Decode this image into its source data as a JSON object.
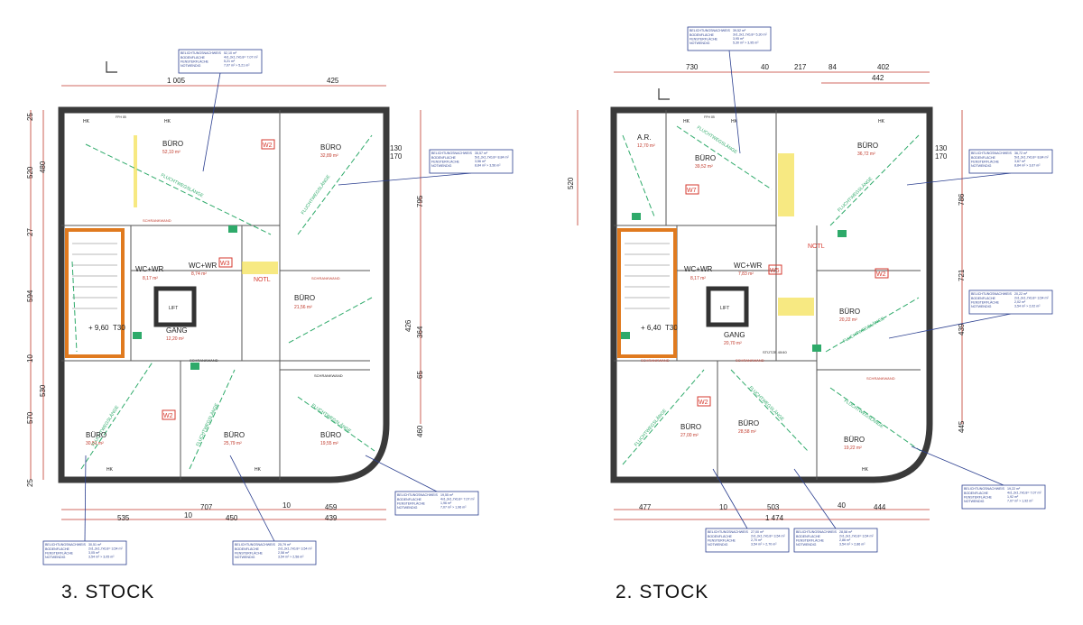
{
  "floors": [
    {
      "id": "stock3",
      "title": "3. STOCK",
      "rooms": [
        {
          "name": "BÜRO",
          "area": "52,10 m²"
        },
        {
          "name": "BÜRO",
          "area": "32,89 m²"
        },
        {
          "name": "WC+WR",
          "area": "8,17 m²"
        },
        {
          "name": "WC+WR",
          "area": "8,74 m²"
        },
        {
          "name": "LIFT",
          "area": ""
        },
        {
          "name": "GANG",
          "area": "12,20 m²"
        },
        {
          "name": "BÜRO",
          "area": "21,56 m²"
        },
        {
          "name": "BÜRO",
          "area": "30,51 m²"
        },
        {
          "name": "BÜRO",
          "area": "25,79 m²"
        },
        {
          "name": "BÜRO",
          "area": "19,55 m²"
        }
      ],
      "top_dims": [
        "1 005",
        "425"
      ],
      "bottom_dims": [
        "535",
        "10",
        "707",
        "450",
        "10",
        "459",
        "439"
      ],
      "left_dims": [
        "25",
        "480",
        "520",
        "27",
        "594",
        "10",
        "530",
        "570",
        "25"
      ],
      "right_dims": [
        "130",
        "170",
        "795",
        "426",
        "364",
        "65",
        "460"
      ],
      "labels": {
        "level": "+ 9,60",
        "t30": "T30",
        "notl": "NOTL",
        "w2": "W2",
        "w3": "W3",
        "schrankwand": "SCHRANKWAND",
        "hk": "HK",
        "fph": "FPH 85"
      }
    },
    {
      "id": "stock2",
      "title": "2. STOCK",
      "rooms": [
        {
          "name": "A.R.",
          "area": "12,70 m²"
        },
        {
          "name": "BÜRO",
          "area": "39,52 m²"
        },
        {
          "name": "BÜRO",
          "area": "36,72 m²"
        },
        {
          "name": "WC+WR",
          "area": "8,17 m²"
        },
        {
          "name": "WC+WR",
          "area": "7,83 m²"
        },
        {
          "name": "LIFT",
          "area": ""
        },
        {
          "name": "GANG",
          "area": "20,70 m²"
        },
        {
          "name": "BÜRO",
          "area": "20,22 m²"
        },
        {
          "name": "BÜRO",
          "area": "27,00 m²"
        },
        {
          "name": "BÜRO",
          "area": "28,58 m²"
        },
        {
          "name": "BÜRO",
          "area": "19,22 m²"
        }
      ],
      "top_dims": [
        "730",
        "40",
        "217",
        "84",
        "402",
        "442"
      ],
      "bottom_dims": [
        "477",
        "10",
        "503",
        "40",
        "444",
        "1 474"
      ],
      "left_dims": [
        "520"
      ],
      "right_dims": [
        "130",
        "170",
        "786",
        "721",
        "439",
        "445"
      ],
      "labels": {
        "level": "+ 6,40",
        "t30": "T30",
        "notl": "NOTL",
        "w2": "W2",
        "w5": "W5",
        "w7": "W7",
        "stuetze": "STÜTZE 40/40",
        "schrankwand": "SCHRANKWAND",
        "hk": "HK",
        "fph": "FPH 85"
      }
    }
  ],
  "belichtung_boxes": [
    {
      "title": "BELICHTUNGSNACHWEIS",
      "rows": [
        "BODENFLÄCHE",
        "FENSTERFLÄCHE",
        "NOTWENDIG"
      ],
      "values": [
        "52,10 m²",
        "4x1,3x1,7x0,8= 7,07 m²",
        "5,21 m²",
        "7,07 m² > 5,21 m²"
      ]
    },
    {
      "title": "BELICHTUNGSNACHWEIS",
      "rows": [
        "BODENFLÄCHE",
        "FENSTERFLÄCHE",
        "NOTWENDIG"
      ],
      "values": [
        "35,57 m²",
        "5x1,3x1,7x0,8= 8,84 m²",
        "3,56 m²",
        "8,84 m² > 3,56 m²"
      ]
    },
    {
      "title": "BELICHTUNGSNACHWEIS",
      "rows": [
        "BODENFLÄCHE",
        "FENSTERFLÄCHE",
        "NOTWENDIG"
      ],
      "values": [
        "30,51 m²",
        "2x1,3x1,7x0,8= 3,54 m²",
        "3,05 m²",
        "3,54 m² > 3,05 m²"
      ]
    },
    {
      "title": "BELICHTUNGSNACHWEIS",
      "rows": [
        "BODENFLÄCHE",
        "FENSTERFLÄCHE",
        "NOTWENDIG"
      ],
      "values": [
        "25,79 m²",
        "2x1,3x1,7x0,8= 3,54 m²",
        "2,58 m²",
        "3,54 m² > 2,58 m²"
      ]
    },
    {
      "title": "BELICHTUNGSNACHWEIS",
      "rows": [
        "BODENFLÄCHE",
        "FENSTERFLÄCHE",
        "NOTWENDIG"
      ],
      "values": [
        "19,55 m²",
        "4x1,3x1,7x0,8= 7,07 m²",
        "1,96 m²",
        "7,07 m² > 1,96 m²"
      ]
    },
    {
      "title": "BELICHTUNGSNACHWEIS",
      "rows": [
        "BODENFLÄCHE",
        "FENSTERFLÄCHE",
        "NOTWENDIG"
      ],
      "values": [
        "39,52 m²",
        "3x1,3x1,7x0,8= 5,30 m²",
        "3,95 m²",
        "5,30 m² > 3,95 m²"
      ]
    },
    {
      "title": "BELICHTUNGSNACHWEIS",
      "rows": [
        "BODENFLÄCHE",
        "FENSTERFLÄCHE",
        "NOTWENDIG"
      ],
      "values": [
        "36,72 m²",
        "5x1,3x1,7x0,8= 8,84 m²",
        "3,67 m²",
        "8,84 m² > 3,67 m²"
      ]
    },
    {
      "title": "BELICHTUNGSNACHWEIS",
      "rows": [
        "BODENFLÄCHE",
        "FENSTERFLÄCHE",
        "NOTWENDIG"
      ],
      "values": [
        "20,22 m²",
        "2x1,3x1,7x0,8= 3,54 m²",
        "2,02 m²",
        "3,54 m² > 2,02 m²"
      ]
    },
    {
      "title": "BELICHTUNGSNACHWEIS",
      "rows": [
        "BODENFLÄCHE",
        "FENSTERFLÄCHE",
        "NOTWENDIG"
      ],
      "values": [
        "19,22 m²",
        "4x1,3x1,7x0,8= 7,07 m²",
        "1,92 m²",
        "7,07 m² > 1,92 m²"
      ]
    },
    {
      "title": "BELICHTUNGSNACHWEIS",
      "rows": [
        "BODENFLÄCHE",
        "FENSTERFLÄCHE",
        "NOTWENDIG"
      ],
      "values": [
        "27,00 m²",
        "2x1,3x1,7x0,8= 3,54 m²",
        "2,70 m²",
        "3,54 m² > 2,70 m²"
      ]
    },
    {
      "title": "BELICHTUNGSNACHWEIS",
      "rows": [
        "BODENFLÄCHE",
        "FENSTERFLÄCHE",
        "NOTWENDIG"
      ],
      "values": [
        "28,58 m²",
        "2x1,3x1,7x0,8= 3,54 m²",
        "2,86 m²",
        "3,54 m² > 2,86 m²"
      ]
    }
  ],
  "escape_label": "FLUCHTWEGSLÄNGE",
  "colors": {
    "wall": "#3a3a3a",
    "escape": "#2eaa6a",
    "dimension": "#c0392b",
    "callout": "#2a3e8f",
    "highlight": "#f4e04d",
    "stair": "#e07a1f"
  }
}
